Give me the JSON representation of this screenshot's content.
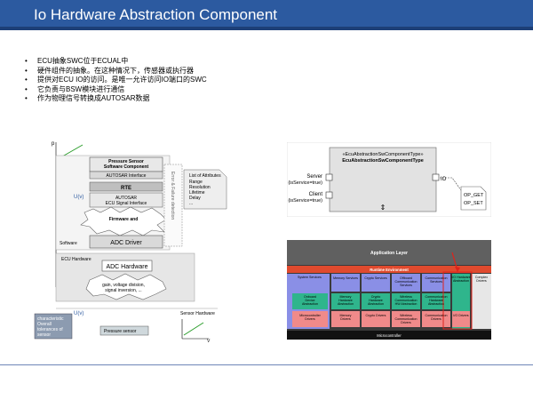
{
  "title": "Io Hardware Abstraction Component",
  "bullets": [
    "ECU抽象SWC位于ECUAL中",
    "硬件组件的抽象。在这种情况下，传感器或执行器",
    "提供对ECU IO的访问。是唯一允许访问IO端口的SWC",
    "它负责与BSW模块进行通信",
    "作为物理信号转换成AUTOSAR数据"
  ],
  "left_figure": {
    "axis_p": "p",
    "axis_v": "V",
    "uv_label": "U(v)",
    "pressure_component": "Pressure Sensor Software Component",
    "autosar_interface": "AUTOSAR Interface",
    "rte": "RTE",
    "autosar": "AUTOSAR",
    "ecu_signal_interface": "ECU Signal Interface",
    "firmware_label": "Firmware and",
    "error_detection": "Error & Failure detection",
    "attrs": [
      "List of Attributes",
      "Range",
      "Resolution",
      "Lifetime",
      "Delay",
      "..."
    ],
    "software_label": "Software",
    "adc_driver": "ADC Driver",
    "ecu_hardware_label": "ECU Hardware",
    "adc_hardware": "ADC Hardware",
    "gain_text": "gain, voltage division, signal inversion, ...",
    "sensor_hardware_label": "Sensor Hardware",
    "characteristic": "characteristic Overall tolerances of sensor",
    "pressure_sensor": "Pressure sensor",
    "uv_label2": "U(v)",
    "axis_v2": "V"
  },
  "right_top": {
    "stereotype": "«EcuAbstractionSwComponentType»",
    "component_name": "EcuAbstractionSwComponentType",
    "server_label": "Server",
    "server_sub": "(isService=true)",
    "client_label": "Client",
    "client_sub": "(isService=true)",
    "io_label": "IO",
    "op_get": "OP_GET",
    "op_set": "OP_SET"
  },
  "right_bottom": {
    "application_layer": "Application Layer",
    "runtime_environment": "Runtime Environment",
    "microcontroller": "Microcontroller",
    "system_services": "System Services",
    "memory_services": "Memory Services",
    "crypto_services": "Crypto Services",
    "offboard_comm_services": "Offboard Communication Services",
    "communication_services": "Communication Services",
    "io_hw_abstraction": "I/O Hardware Abstraction",
    "complex_drivers": "Complex Drivers",
    "onboard_device_abs": "Onboard Device Abstraction",
    "memory_hw_abs": "Memory Hardware Abstraction",
    "crypto_hw_abs": "Crypto Hardware Abstraction",
    "wireless_comm_hw_abs": "Wireless Communication HW Abstraction",
    "comm_hw_abs": "Communication Hardware Abstraction",
    "mcu_drivers": "Microcontroller Drivers",
    "memory_drivers": "Memory Drivers",
    "crypto_drivers": "Crypto Drivers",
    "wireless_comm_drivers": "Wireless Communication Drivers",
    "comm_drivers": "Communication Drivers",
    "io_drivers": "I/O Drivers"
  }
}
